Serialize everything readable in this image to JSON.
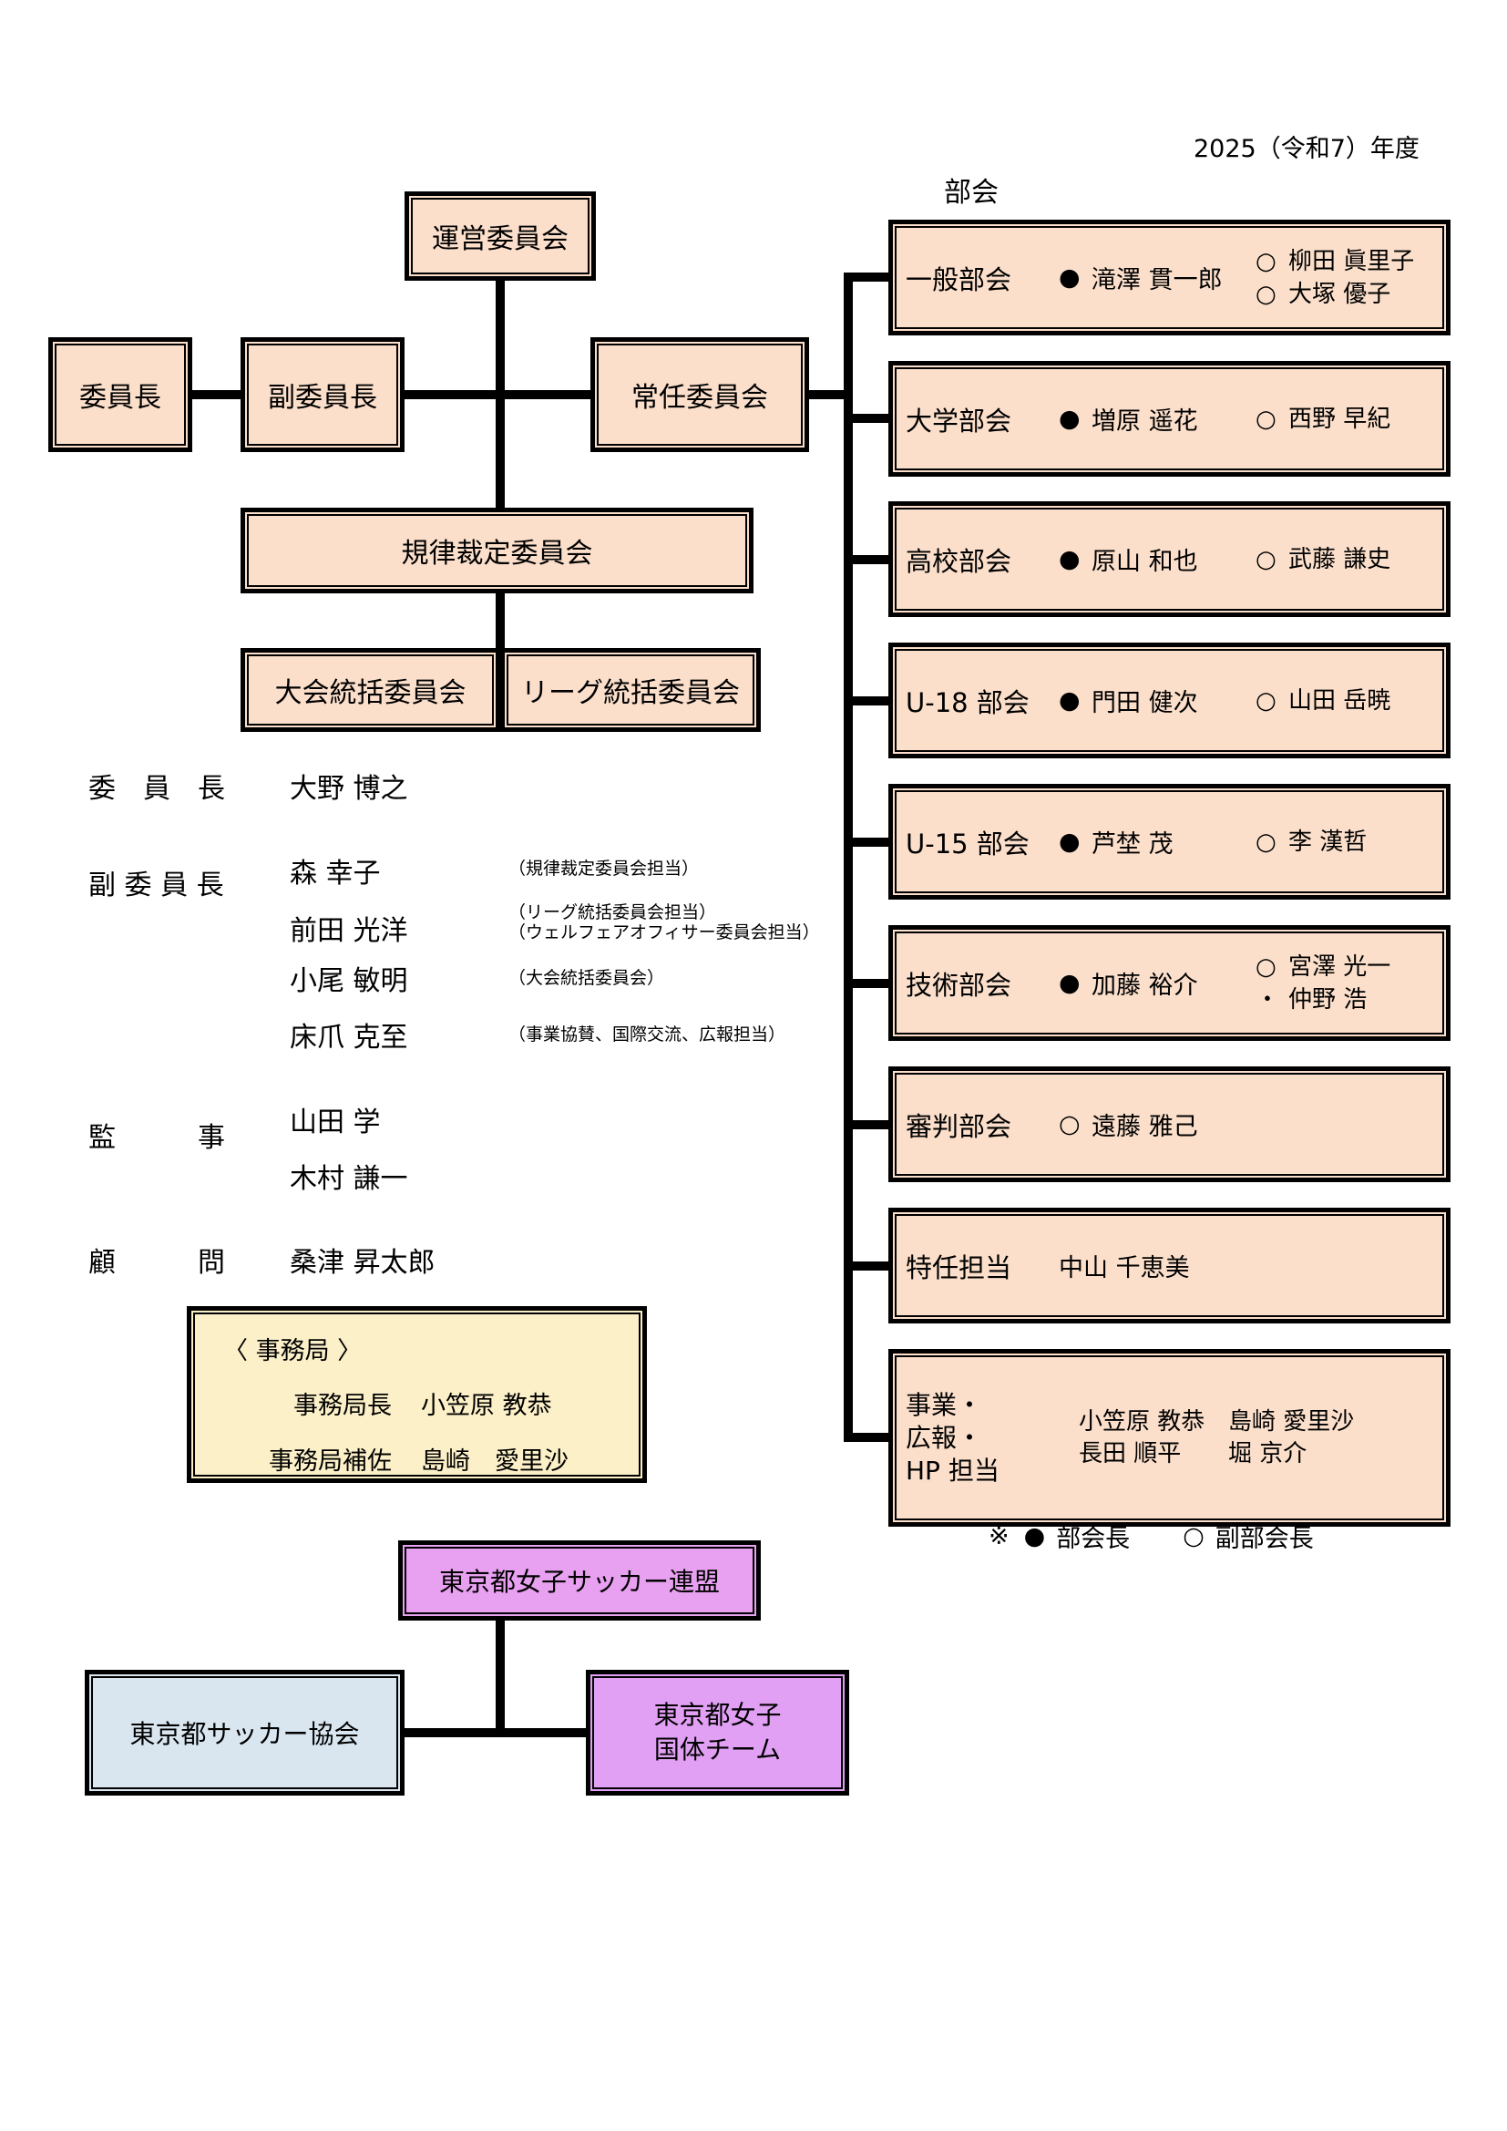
{
  "meta": {
    "year_label": "2025（令和7）年度",
    "section_label": "部会"
  },
  "colors": {
    "peach": "#FBDFCB",
    "yellow": "#FCF0C8",
    "purple": "#E8A0F0",
    "magenta": "#E2A0F5",
    "blue": "#D9E6F0"
  },
  "committee": {
    "unei": "運営委員会",
    "iincho": "委員長",
    "fuku_iincho": "副委員長",
    "jonin": "常任委員会",
    "kiritsu": "規律裁定委員会",
    "taikai": "大会統括委員会",
    "league": "リーグ統括委員会"
  },
  "officers": {
    "rows": [
      {
        "role": "委　員　長",
        "entries": [
          {
            "name": "大野 博之",
            "notes": []
          }
        ]
      },
      {
        "role": "副 委 員 長",
        "entries": [
          {
            "name": "森 幸子",
            "notes": [
              "（規律裁定委員会担当）"
            ]
          },
          {
            "name": "前田 光洋",
            "notes": [
              "（リーグ統括委員会担当）",
              "（ウェルフェアオフィサー委員会担当）"
            ]
          },
          {
            "name": "小尾 敏明",
            "notes": [
              "（大会統括委員会）"
            ]
          },
          {
            "name": "床爪 克至",
            "notes": [
              "（事業協賛、国際交流、広報担当）"
            ]
          }
        ]
      },
      {
        "role": "監　　　事",
        "entries": [
          {
            "name": "山田 学",
            "notes": []
          },
          {
            "name": "木村 謙一",
            "notes": []
          }
        ]
      },
      {
        "role": "顧　　　問",
        "entries": [
          {
            "name": "桑津 昇太郎",
            "notes": []
          }
        ]
      }
    ]
  },
  "secretariat": {
    "title": "〈 事務局 〉",
    "rows": [
      {
        "role": "事務局長",
        "name": "小笠原 教恭"
      },
      {
        "role": "事務局補佐",
        "name": "島崎　愛里沙"
      }
    ]
  },
  "bukai": {
    "boxes": [
      {
        "label": "一般部会",
        "chief": {
          "marker": "●",
          "name": "滝澤 貫一郎"
        },
        "vices": [
          {
            "marker": "○",
            "name": "柳田 眞里子"
          },
          {
            "marker": "○",
            "name": "大塚 優子"
          }
        ]
      },
      {
        "label": "大学部会",
        "chief": {
          "marker": "●",
          "name": "増原 遥花"
        },
        "vices": [
          {
            "marker": "○",
            "name": "西野 早紀"
          }
        ]
      },
      {
        "label": "高校部会",
        "chief": {
          "marker": "●",
          "name": "原山 和也"
        },
        "vices": [
          {
            "marker": "○",
            "name": "武藤 謙史"
          }
        ]
      },
      {
        "label": "U-18 部会",
        "chief": {
          "marker": "●",
          "name": "門田 健次"
        },
        "vices": [
          {
            "marker": "○",
            "name": "山田 岳暁"
          }
        ]
      },
      {
        "label": "U-15 部会",
        "chief": {
          "marker": "●",
          "name": "芦埜 茂"
        },
        "vices": [
          {
            "marker": "○",
            "name": "李 漢哲"
          }
        ]
      },
      {
        "label": "技術部会",
        "chief": {
          "marker": "●",
          "name": "加藤 裕介"
        },
        "vices": [
          {
            "marker": "○",
            "name": "宮澤 光一"
          },
          {
            "marker": "・",
            "name": "仲野 浩"
          }
        ]
      },
      {
        "label": "審判部会",
        "chief": {
          "marker": "○",
          "name": "遠藤 雅己"
        },
        "vices": []
      },
      {
        "label": "特任担当",
        "chief": {
          "marker": "",
          "name": "中山 千恵美"
        },
        "vices": []
      },
      {
        "label_lines": [
          "事業・",
          "広報・",
          "HP 担当"
        ],
        "columns": [
          [
            "小笠原 教恭",
            "長田 順平"
          ],
          [
            "島崎 愛里沙",
            "堀 京介"
          ]
        ]
      }
    ],
    "footnote": {
      "mark": "※",
      "chief_marker": "●",
      "chief_label": "部会長",
      "vice_marker": "○",
      "vice_label": "副部会長"
    }
  },
  "affiliation": {
    "renmei": "東京都女子サッカー連盟",
    "kyokai": "東京都サッカー協会",
    "kokutai_lines": [
      "東京都女子",
      "国体チーム"
    ]
  }
}
